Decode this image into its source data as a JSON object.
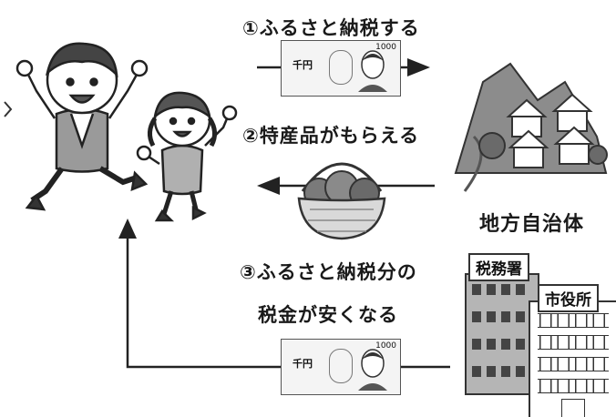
{
  "steps": {
    "step1": "①ふるさと納税する",
    "step2": "②特産品がもらえる",
    "step3_line1": "③ふるさと納税分の",
    "step3_line2": "税金が安くなる"
  },
  "places": {
    "municipality": "地方自治体",
    "tax_office": "税務署",
    "city_hall": "市役所"
  },
  "banknote": {
    "denomination": "1000",
    "text": "千円"
  },
  "colors": {
    "ink": "#1a1a1a",
    "mountain": "#8c8c8c",
    "building": "#b5b5b5",
    "fruit": "#7a7a7a",
    "basket": "#d9d9d9"
  }
}
